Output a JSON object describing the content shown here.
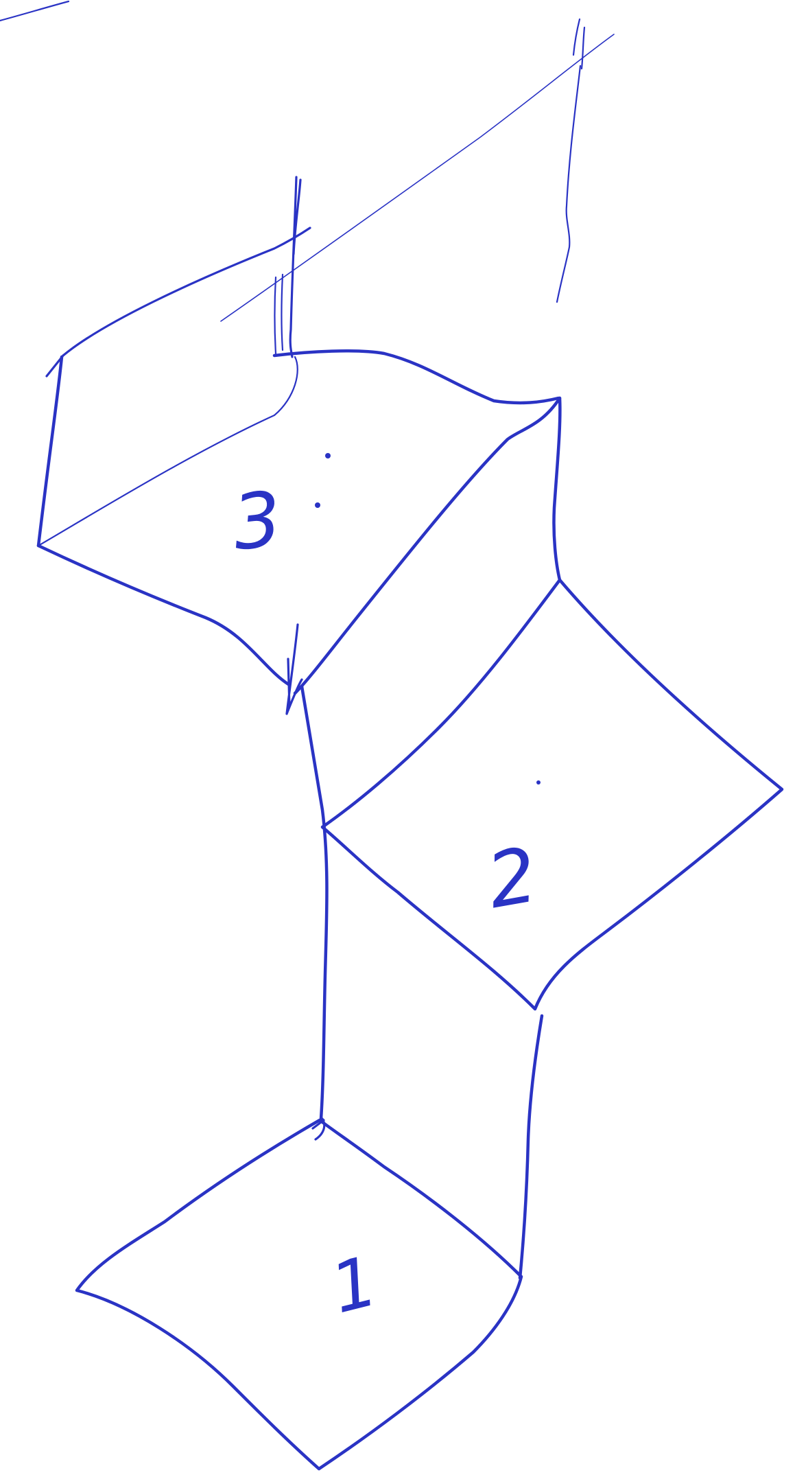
{
  "diagram": {
    "ink_color": "#2a33c4",
    "background_color": "#ffffff",
    "tiles": [
      {
        "id": "tile-1",
        "label": "1"
      },
      {
        "id": "tile-2",
        "label": "2"
      },
      {
        "id": "tile-3",
        "label": "3"
      }
    ]
  }
}
